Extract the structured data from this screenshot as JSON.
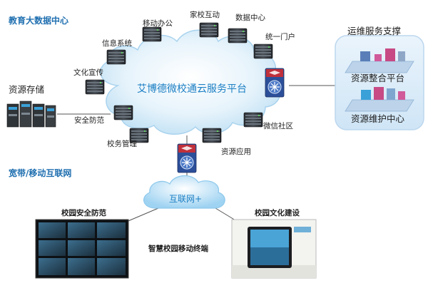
{
  "sections": {
    "big_data_center": "教育大数据中心",
    "broadband": "宽带/移动互联网"
  },
  "cloud": {
    "title": "艾博德微校通云服务平台",
    "nodes": [
      "移动办公",
      "家校互动",
      "数据中心",
      "信息系统",
      "统一门户",
      "文化宣传",
      "安全防范",
      "校务管理",
      "资源应用",
      "微信社区"
    ]
  },
  "storage": {
    "label": "资源存储"
  },
  "ops": {
    "title": "运维服务支撑",
    "items": [
      "资源整合平台",
      "资源维护中心"
    ]
  },
  "internet": {
    "label": "互联网+"
  },
  "bottom": {
    "security_label": "校园安全防范",
    "culture_label": "校园文化建设",
    "terminal_label": "智慧校园移动终端"
  },
  "colors": {
    "section_blue": "#1f6fb0",
    "cloud_text": "#1c7fc4",
    "cloud_fill": "#d7ecf9",
    "router_red": "#c0303a",
    "router_blue": "#3a67b8"
  }
}
